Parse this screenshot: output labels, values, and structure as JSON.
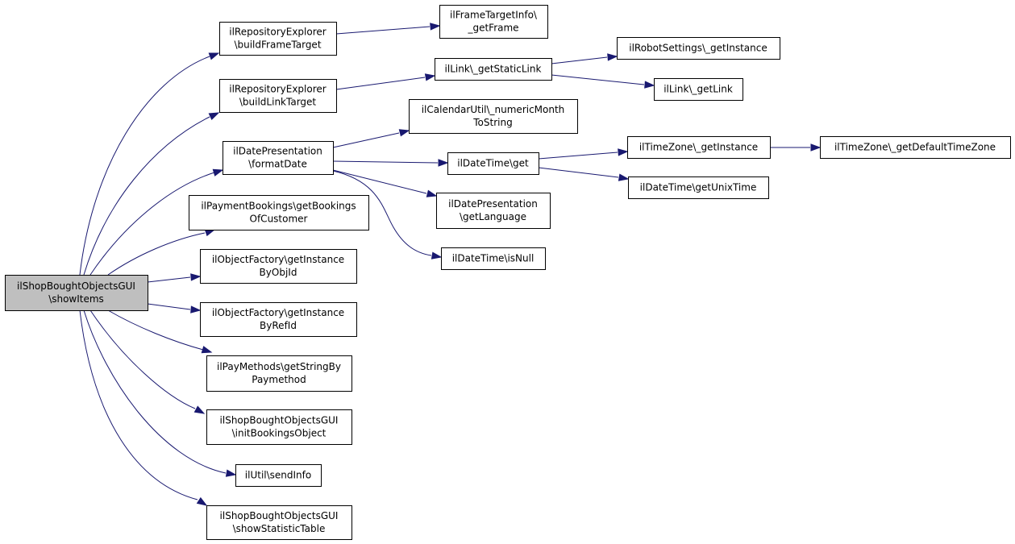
{
  "graph": {
    "nodes": [
      {
        "id": "root",
        "lines": [
          "ilShopBoughtObjectsGUI",
          "\\showItems"
        ],
        "highlighted": true
      },
      {
        "id": "buildFrameTarget",
        "lines": [
          "ilRepositoryExplorer",
          "\\buildFrameTarget"
        ]
      },
      {
        "id": "getFrame",
        "lines": [
          "ilFrameTargetInfo\\",
          "_getFrame"
        ]
      },
      {
        "id": "buildLinkTarget",
        "lines": [
          "ilRepositoryExplorer",
          "\\buildLinkTarget"
        ]
      },
      {
        "id": "getStaticLink",
        "lines": [
          "ilLink\\_getStaticLink"
        ]
      },
      {
        "id": "robotGetInstance",
        "lines": [
          "ilRobotSettings\\_getInstance"
        ]
      },
      {
        "id": "getLink",
        "lines": [
          "ilLink\\_getLink"
        ]
      },
      {
        "id": "formatDate",
        "lines": [
          "ilDatePresentation",
          "\\formatDate"
        ]
      },
      {
        "id": "numericMonth",
        "lines": [
          "ilCalendarUtil\\_numericMonth",
          "ToString"
        ]
      },
      {
        "id": "dateTimeGet",
        "lines": [
          "ilDateTime\\get"
        ]
      },
      {
        "id": "tzGetInstance",
        "lines": [
          "ilTimeZone\\_getInstance"
        ]
      },
      {
        "id": "tzDefault",
        "lines": [
          "ilTimeZone\\_getDefaultTimeZone"
        ]
      },
      {
        "id": "getUnixTime",
        "lines": [
          "ilDateTime\\getUnixTime"
        ]
      },
      {
        "id": "getLanguage",
        "lines": [
          "ilDatePresentation",
          "\\getLanguage"
        ]
      },
      {
        "id": "isNull",
        "lines": [
          "ilDateTime\\isNull"
        ]
      },
      {
        "id": "bookingsOfCustomer",
        "lines": [
          "ilPaymentBookings\\getBookings",
          "OfCustomer"
        ]
      },
      {
        "id": "instanceByObjId",
        "lines": [
          "ilObjectFactory\\getInstance",
          "ByObjId"
        ]
      },
      {
        "id": "instanceByRefId",
        "lines": [
          "ilObjectFactory\\getInstance",
          "ByRefId"
        ]
      },
      {
        "id": "stringByPaymethod",
        "lines": [
          "ilPayMethods\\getStringBy",
          "Paymethod"
        ]
      },
      {
        "id": "initBookings",
        "lines": [
          "ilShopBoughtObjectsGUI",
          "\\initBookingsObject"
        ]
      },
      {
        "id": "sendInfo",
        "lines": [
          "ilUtil\\sendInfo"
        ]
      },
      {
        "id": "showStatistic",
        "lines": [
          "ilShopBoughtObjectsGUI",
          "\\showStatisticTable"
        ]
      }
    ],
    "edges": [
      {
        "from": "root",
        "to": "buildFrameTarget"
      },
      {
        "from": "root",
        "to": "buildLinkTarget"
      },
      {
        "from": "root",
        "to": "formatDate"
      },
      {
        "from": "root",
        "to": "bookingsOfCustomer"
      },
      {
        "from": "root",
        "to": "instanceByObjId"
      },
      {
        "from": "root",
        "to": "instanceByRefId"
      },
      {
        "from": "root",
        "to": "stringByPaymethod"
      },
      {
        "from": "root",
        "to": "initBookings"
      },
      {
        "from": "root",
        "to": "sendInfo"
      },
      {
        "from": "root",
        "to": "showStatistic"
      },
      {
        "from": "buildFrameTarget",
        "to": "getFrame"
      },
      {
        "from": "buildLinkTarget",
        "to": "getStaticLink"
      },
      {
        "from": "getStaticLink",
        "to": "robotGetInstance"
      },
      {
        "from": "getStaticLink",
        "to": "getLink"
      },
      {
        "from": "formatDate",
        "to": "numericMonth"
      },
      {
        "from": "formatDate",
        "to": "dateTimeGet"
      },
      {
        "from": "formatDate",
        "to": "getLanguage"
      },
      {
        "from": "formatDate",
        "to": "isNull"
      },
      {
        "from": "dateTimeGet",
        "to": "tzGetInstance"
      },
      {
        "from": "dateTimeGet",
        "to": "getUnixTime"
      },
      {
        "from": "tzGetInstance",
        "to": "tzDefault"
      }
    ]
  }
}
